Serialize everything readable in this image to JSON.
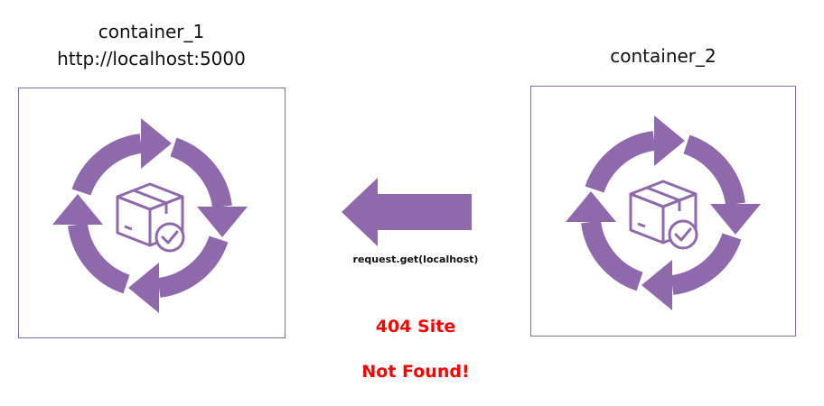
{
  "container_1": {
    "name": "container_1",
    "url": "http://localhost:5000",
    "icon": "cycle-box-check-icon"
  },
  "container_2": {
    "name": "container_2",
    "icon": "cycle-box-check-icon"
  },
  "connection": {
    "request": "request.get(localhost)",
    "error_line1": "404 Site",
    "error_line2": "Not Found!",
    "direction": "container_2 to container_1"
  },
  "colors": {
    "accent": "#8e6aac",
    "error": "#ff0000",
    "border": "#8a6aae"
  }
}
